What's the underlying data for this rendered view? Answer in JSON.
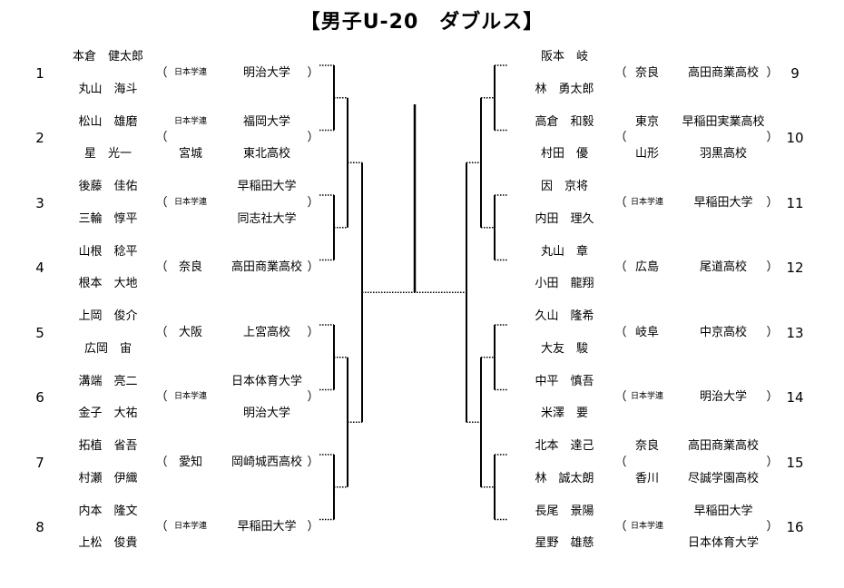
{
  "title": "【男子U-20　ダブルス】",
  "left_entries": [
    {
      "seed": "1",
      "players": [
        {
          "name": "本倉　健太郎"
        },
        {
          "name": "丸山　海斗"
        }
      ],
      "prefs": [
        "日本学連"
      ],
      "schools": [
        "明治大学"
      ]
    },
    {
      "seed": "2",
      "players": [
        {
          "name": "松山　雄磨"
        },
        {
          "name": "星　光一"
        }
      ],
      "prefs": [
        "日本学連",
        "宮城"
      ],
      "schools": [
        "福岡大学",
        "東北高校"
      ]
    },
    {
      "seed": "3",
      "players": [
        {
          "name": "後藤　佳佑"
        },
        {
          "name": "三輪　惇平"
        }
      ],
      "prefs": [
        "日本学連"
      ],
      "schools": [
        "早稲田大学",
        "同志社大学"
      ]
    },
    {
      "seed": "4",
      "players": [
        {
          "name": "山根　稔平"
        },
        {
          "name": "根本　大地"
        }
      ],
      "prefs": [
        "奈良"
      ],
      "schools": [
        "高田商業高校"
      ]
    },
    {
      "seed": "5",
      "players": [
        {
          "name": "上岡　俊介"
        },
        {
          "name": "広岡　宙"
        }
      ],
      "prefs": [
        "大阪"
      ],
      "schools": [
        "上宮高校"
      ]
    },
    {
      "seed": "6",
      "players": [
        {
          "name": "溝端　亮二"
        },
        {
          "name": "金子　大祐"
        }
      ],
      "prefs": [
        "日本学連"
      ],
      "schools": [
        "日本体育大学",
        "明治大学"
      ]
    },
    {
      "seed": "7",
      "players": [
        {
          "name": "拓植　省吾"
        },
        {
          "name": "村瀬　伊織"
        }
      ],
      "prefs": [
        "愛知"
      ],
      "schools": [
        "岡崎城西高校"
      ]
    },
    {
      "seed": "8",
      "players": [
        {
          "name": "内本　隆文"
        },
        {
          "name": "上松　俊貴"
        }
      ],
      "prefs": [
        "日本学連"
      ],
      "schools": [
        "早稲田大学"
      ]
    }
  ],
  "right_entries": [
    {
      "seed": "9",
      "players": [
        {
          "name": "阪本　岐"
        },
        {
          "name": "林　勇太郎"
        }
      ],
      "prefs": [
        "奈良"
      ],
      "schools": [
        "高田商業高校"
      ]
    },
    {
      "seed": "10",
      "players": [
        {
          "name": "高倉　和毅"
        },
        {
          "name": "村田　優"
        }
      ],
      "prefs": [
        "東京",
        "山形"
      ],
      "schools": [
        "早稲田実業高校",
        "羽黒高校"
      ]
    },
    {
      "seed": "11",
      "players": [
        {
          "name": "因　京将"
        },
        {
          "name": "内田　理久"
        }
      ],
      "prefs": [
        "日本学連"
      ],
      "schools": [
        "早稲田大学"
      ]
    },
    {
      "seed": "12",
      "players": [
        {
          "name": "丸山　章"
        },
        {
          "name": "小田　龍翔"
        }
      ],
      "prefs": [
        "広島"
      ],
      "schools": [
        "尾道高校"
      ]
    },
    {
      "seed": "13",
      "players": [
        {
          "name": "久山　隆希"
        },
        {
          "name": "大友　駿"
        }
      ],
      "prefs": [
        "岐阜"
      ],
      "schools": [
        "中京高校"
      ]
    },
    {
      "seed": "14",
      "players": [
        {
          "name": "中平　慎吾"
        },
        {
          "name": "米澤　要"
        }
      ],
      "prefs": [
        "日本学連"
      ],
      "schools": [
        "明治大学"
      ]
    },
    {
      "seed": "15",
      "players": [
        {
          "name": "北本　達己"
        },
        {
          "name": "林　誠太朗"
        }
      ],
      "prefs": [
        "奈良",
        "香川"
      ],
      "schools": [
        "高田商業高校",
        "尽誠学園高校"
      ]
    },
    {
      "seed": "16",
      "players": [
        {
          "name": "長尾　景陽"
        },
        {
          "name": "星野　雄慈"
        }
      ],
      "prefs": [
        "日本学連"
      ],
      "schools": [
        "早稲田大学",
        "日本体育大学"
      ]
    }
  ],
  "paren_open": "（",
  "paren_close": "）"
}
